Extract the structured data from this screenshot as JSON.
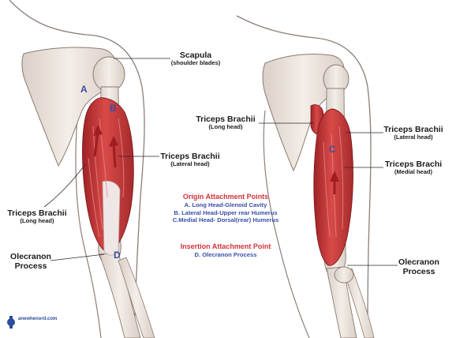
{
  "labels": {
    "scapula": {
      "main": "Scapula",
      "sub": "(shoulder blades)"
    },
    "left_triceps_lateral": {
      "main": "Triceps Brachii",
      "sub": "(Lateral head)"
    },
    "left_triceps_long": {
      "main": "Triceps Brachii",
      "sub": "(Long head)"
    },
    "left_olecranon": {
      "main": "Olecranon",
      "sub": "Process"
    },
    "right_triceps_long": {
      "main": "Triceps Brachii",
      "sub": "(Long head)"
    },
    "right_triceps_lateral": {
      "main": "Triceps Brachii",
      "sub": "(Lateral head)"
    },
    "right_triceps_medial": {
      "main": "Triceps Brachi",
      "sub": "(Medial head)"
    },
    "right_olecranon": {
      "main": "Olecranon",
      "sub": "Process"
    }
  },
  "letters": {
    "a": "A",
    "b": "B",
    "c": "C",
    "d": "D"
  },
  "origin": {
    "heading": "Origin Attachment Points",
    "items": [
      "A. Long Head-Glenoid Cavity",
      "B. Lateral Head-Upper rear Humerus",
      "C.Medial Head- Dorsal(rear) Humerus"
    ]
  },
  "insertion": {
    "heading": "Insertion Attachment Point",
    "items": [
      "D. Olecranon Process"
    ]
  },
  "watermark": "anewhenord.com",
  "colors": {
    "muscle": "#c8363a",
    "muscle_light": "#e58a86",
    "bone": "#eae3dc",
    "outline": "#7a6a62",
    "heading_red": "#d0323a",
    "item_blue": "#3b4ea8",
    "letter_blue": "#3c4da0"
  }
}
